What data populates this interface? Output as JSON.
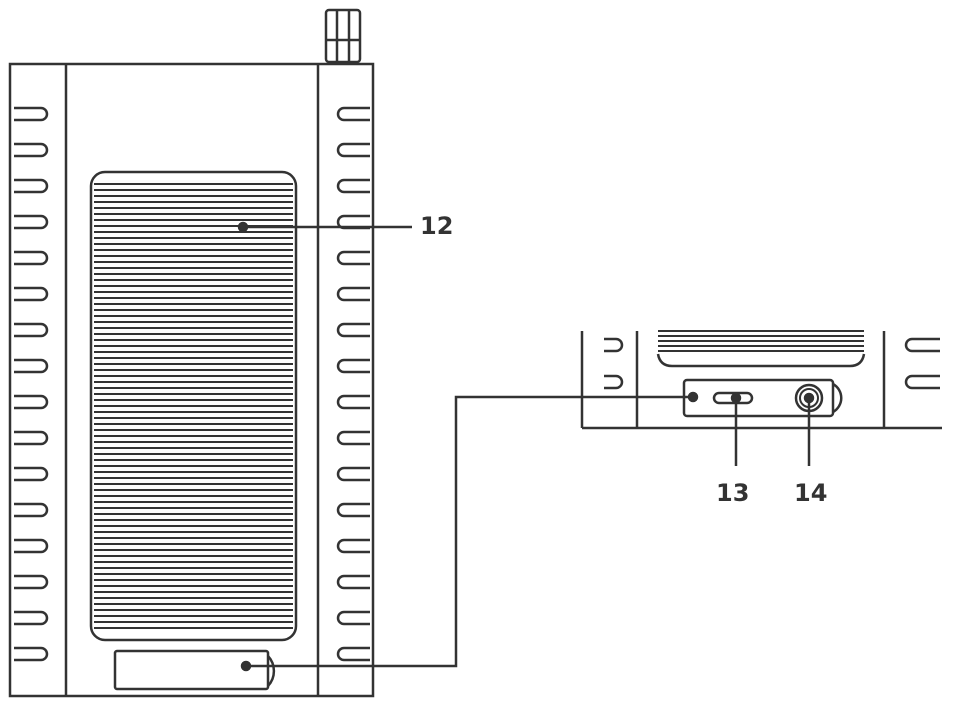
{
  "diagram": {
    "line_color": "#333333",
    "background": "#ffffff",
    "callouts": {
      "c12": "12",
      "c13": "13",
      "c14": "14"
    },
    "parts": [
      {
        "id": "main-unit",
        "icon": "device-front-view"
      },
      {
        "id": "antenna",
        "icon": "antenna-connector"
      },
      {
        "id": "heatsink-grille",
        "icon": "vent-grille",
        "callout": "12"
      },
      {
        "id": "port-panel",
        "icon": "port-cover"
      },
      {
        "id": "detail-view",
        "icon": "bottom-detail-view"
      },
      {
        "id": "micro-usb-port",
        "icon": "usb-port",
        "callout": "13"
      },
      {
        "id": "audio-jack",
        "icon": "round-jack",
        "callout": "14"
      }
    ]
  }
}
